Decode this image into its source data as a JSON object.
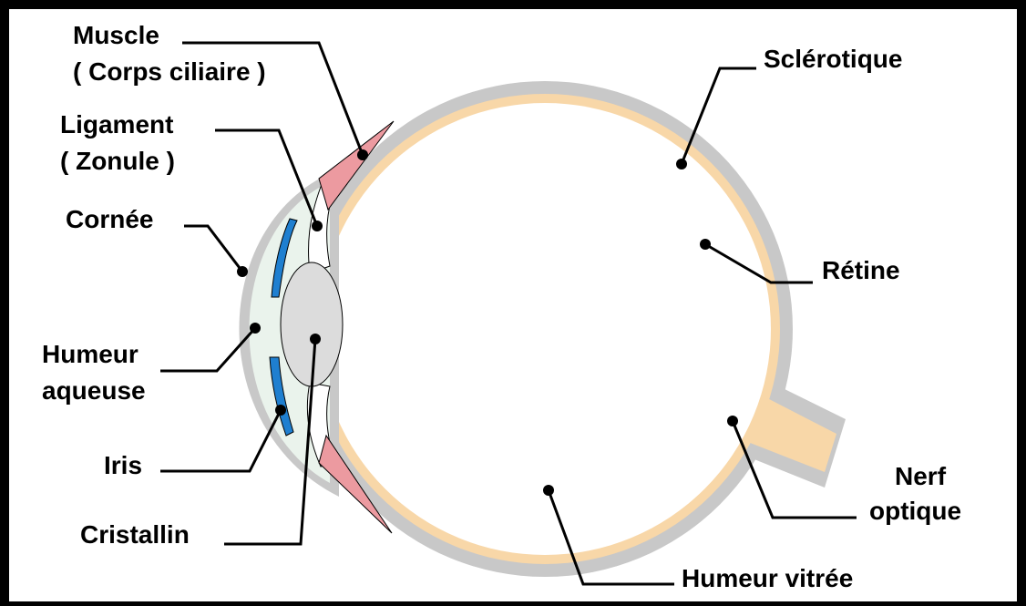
{
  "labels": {
    "muscle": "Muscle",
    "corps_ciliaire": "( Corps ciliaire )",
    "ligament": "Ligament",
    "zonule": "( Zonule )",
    "cornee": "Cornée",
    "humeur_aqueuse_1": "Humeur",
    "humeur_aqueuse_2": "aqueuse",
    "iris": "Iris",
    "cristallin": "Cristallin",
    "sclerotique": "Sclérotique",
    "retine": "Rétine",
    "nerf_optique_1": "Nerf",
    "nerf_optique_2": "optique",
    "humeur_vitree": "Humeur vitrée"
  },
  "colors": {
    "background_outer": "#000000",
    "panel": "#ffffff",
    "sclera": "#c8c8c8",
    "retina": "#f8d7a8",
    "cornea_fill": "#eaf3ec",
    "iris": "#1f7fd0",
    "lens": "#dcdcdc",
    "muscle": "#ec9aa0",
    "leader": "#000000"
  }
}
